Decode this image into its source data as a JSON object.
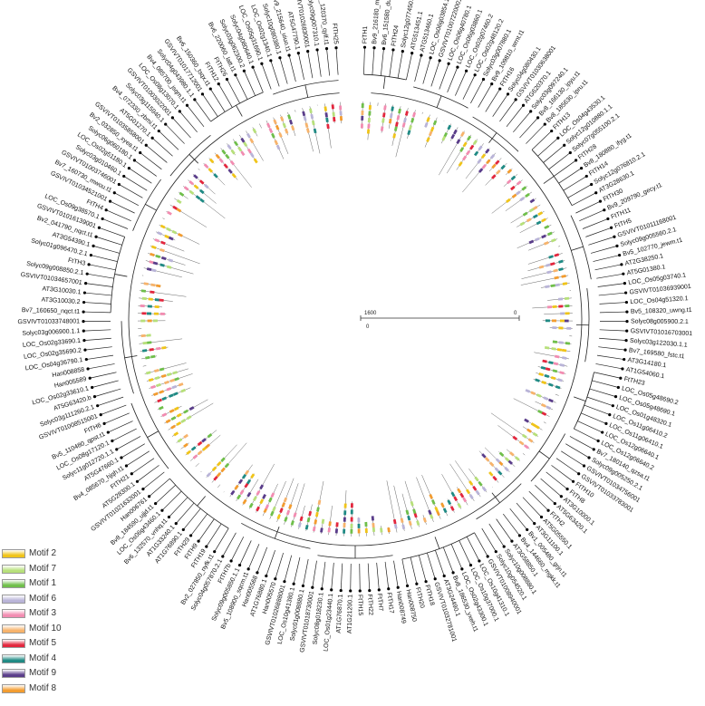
{
  "scale": {
    "left": "1600",
    "mid": "0",
    "right": "0"
  },
  "legend": [
    {
      "label": "Motif 2",
      "color": "#f0c419"
    },
    {
      "label": "Motif 7",
      "color": "#b7e07a"
    },
    {
      "label": "Motif 1",
      "color": "#6fbf4a"
    },
    {
      "label": "Motif 6",
      "color": "#b9b4d8"
    },
    {
      "label": "Motif 3",
      "color": "#f28cb1"
    },
    {
      "label": "Motif 10",
      "color": "#f7b36b"
    },
    {
      "label": "Motif 5",
      "color": "#e3263d"
    },
    {
      "label": "Motif 4",
      "color": "#1f8a84"
    },
    {
      "label": "Motif 9",
      "color": "#5a3d8a"
    },
    {
      "label": "Motif 8",
      "color": "#f39c2f"
    }
  ],
  "leaves": [
    "FtTH1",
    "Bv9_216180_mrmr.t1",
    "Bv6_151580_duqt.t1",
    "FtTH24",
    "Solyc12g077450.1.1",
    "ATG513451.1",
    "ATG513460.1",
    "LOC_Os06g03854.1",
    "GSVIVT01007220001",
    "LOC_Os06g40780.1",
    "LOC_Os06g03860.1",
    "LOC_Os02g07460.2",
    "LOC_Os02g48120.2",
    "Solyc03g007880.1",
    "Bv9_109810_wrnt.t1",
    "FtTH16",
    "Solyc04g080430.1",
    "GSVIVT01030638001",
    "ATG620370.1",
    "Solyc03g097240.1",
    "Bv8_166130_ipyu.t1",
    "Bv8_185630_ipru.t1",
    "FtTH13",
    "LOC_Os04g43530.1",
    "Solyc12g010880.1.1",
    "Solyc07g055100.2.1",
    "FtTH28",
    "Bv8_180880_ifyg.t1",
    "FtTH14",
    "Solyc12g076810.2.1",
    "AT3G28630.1",
    "FtTH30",
    "Bv9_209790_gecy.t1",
    "FtTH11",
    "FtTH5",
    "GSVIVT01011168001",
    "Solyc09g005560.2.1",
    "Bv5_102770_jewm.t1",
    "AT2G38250.1",
    "AT5G01380.1",
    "LOC_Os05g03740.1",
    "GSVIVT01036939001",
    "LOC_Os04g51320.1",
    "Bv5_108320_uwng.t1",
    "Solyc08g005900.2.1",
    "GSVIVT01016703001",
    "Solyc03g122030.1.1",
    "Bv7_169580_fstc.t1",
    "AT3G14180.1",
    "AT1G54060.1",
    "FtTH23",
    "LOC_Os05g48690.2",
    "LOC_Os05g48690.1",
    "LOC_Os01g48320.1",
    "LOC_Os11g06410.2",
    "LOC_Os11g06410.1",
    "LOC_Os12g06640.1",
    "LOC_Os12g06640.2",
    "Bv7_180140_qzsa.t1",
    "Solyc09g005250.2.1",
    "GSVIVT01034756001",
    "GSVIVT01033783001",
    "FtTH10",
    "FtTH8",
    "AT3G10000.1",
    "AT5G63420.1",
    "FtTH2",
    "AT5G05550.1",
    "AT3G11100.1",
    "Bv1_005480_grjn.t1",
    "Bv4_144660_mgkk.t1",
    "AT3G58850.1",
    "Solyc10g008880.1",
    "Solyc10g054520.1",
    "GSVIVT01008940001",
    "LOC_Os10g41310.1",
    "LOC_Os10g37000.1",
    "LOC_Os02g43300.1",
    "Bv8_186530_yxeh.t1",
    "AT3G24490.1",
    "GSVIVT01032781001",
    "FtTH18",
    "FtTH20",
    "Han008750",
    "Han008749",
    "FtTH17",
    "FtTH7",
    "FtTH22",
    "FtTH15",
    "AT1G21200.1",
    "AT1G76870.1",
    "LOC_Os01g23440.1",
    "Solyc08g018230.1",
    "GSVIVT01018730001",
    "Solyc01g008880.1",
    "LOC_Os10g41380.1",
    "GSVIVT01026888001",
    "Han005570",
    "AT1G76880.1",
    "Han005568",
    "Bv5_108900_sqcm.t1",
    "Solyc09g005850.1.1",
    "FtTH7b",
    "Solyc04g057870.2.1",
    "Bv2_027850_nyfk.t1",
    "FtTH19",
    "FtTH9",
    "FtTH29",
    "AT1G76890.1",
    "AT1G33240.1",
    "Bv6_132570_vnhq.t1",
    "LOC_Os06g43460.1",
    "Bv8_184590_ujjd.t1",
    "Han006761",
    "GSVIVT01021632001",
    "AT5G28300.1",
    "FtTH21",
    "Bv4_085670_hjqh.t1",
    "AT5G47660.1",
    "Solyc11g012720.1.1",
    "LOC_Os08g17120.1",
    "Bv5_110480_qpst.t1",
    "FtTH6",
    "GSVIVT01008515001",
    "Solyc03g111260.2.1",
    "AT5G63420.b",
    "LOC_Os02g33610.1",
    "Han005589",
    "Han008858",
    "LOC_Os04g36790.1",
    "LOC_Os02g35690.2",
    "LOC_Os02g33690.1",
    "Solyc03g006900.1.1",
    "GSVIVT01033748001",
    "Bv7_160650_nqct.t1",
    "AT3G10030.2",
    "AT3G10030.1",
    "GSVIVT01034657001",
    "Solyc09g008850.2.1",
    "FtTH3",
    "Solyc01g096470.2.1",
    "AT3G54390.1",
    "Bv2_041790_nqct.t1",
    "GSVIVT01016139001",
    "LOC_Os09g38570.1",
    "FtTH4",
    "GSVIVT01034521001",
    "Bv7_160730_mwou.t1",
    "GSVIVT01003746001",
    "Solyc03g010460.1",
    "LOC_Os02g51180.1",
    "Solyc06g060180.1",
    "Bv2_032850_xyea.t1",
    "GSVIVT01035858001",
    "AT5G01270.1",
    "Bv4_072330_zbmi.t1",
    "Solyc03g115940.1",
    "GSVIVT01003022001",
    "LOC_Os08g13070.1",
    "Bv4_085700_jsqm.t1",
    "Solyc04g043980.1.1",
    "GSVIVT01017712001",
    "Bv6_150360_tsqx.t1",
    "FtTH12",
    "FtTH26",
    "Bv6_220060_latt.t1",
    "Solyc03g062300.2",
    "Solyc04g080640.1",
    "LOC_Os05g31690.1",
    "LOC_Os02g1340.1",
    "Solyc10g080380.1",
    "Bv9_215640_uiuo.t1",
    "AT5G47790.1",
    "GSVIVT01026830001",
    "Solyc09g007310.1",
    "Bv5_120370_qylf.t1",
    "FtTH25"
  ]
}
